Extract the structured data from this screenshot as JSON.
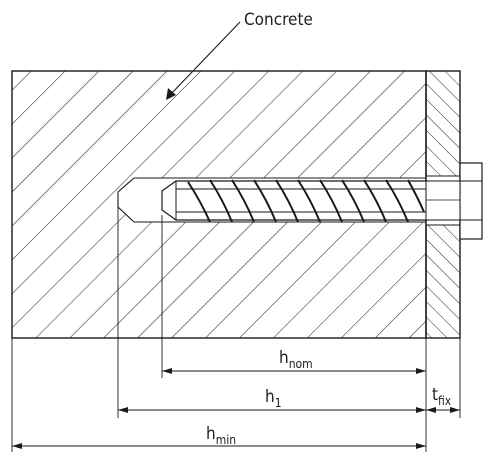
{
  "labels": {
    "material": "Concrete",
    "h_nom": {
      "base": "h",
      "sub": "nom"
    },
    "h_1": {
      "base": "h",
      "sub": "1"
    },
    "h_min": {
      "base": "h",
      "sub": "min"
    },
    "t_fix": {
      "base": "t",
      "sub": "fix"
    }
  }
}
